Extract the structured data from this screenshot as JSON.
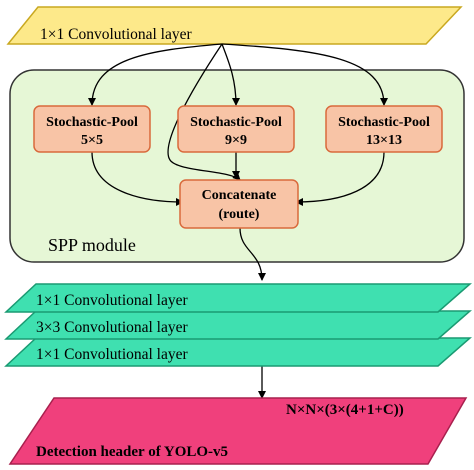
{
  "top_layer": {
    "label": "1×1 Convolutional layer"
  },
  "spp_module": {
    "label": "SPP module",
    "pools": [
      {
        "line1": "Stochastic-Pool",
        "line2": "5×5"
      },
      {
        "line1": "Stochastic-Pool",
        "line2": "9×9"
      },
      {
        "line1": "Stochastic-Pool",
        "line2": "13×13"
      }
    ],
    "concat": {
      "line1": "Concatenate",
      "line2": "(route)"
    }
  },
  "conv_stack": [
    {
      "label": "1×1 Convolutional layer"
    },
    {
      "label": "3×3 Convolutional layer"
    },
    {
      "label": "1×1 Convolutional layer"
    }
  ],
  "detection_header": {
    "output": "N×N×(3×(4+1+C))",
    "label": "Detection header of YOLO-v5"
  },
  "colors": {
    "top_layer_fill": "#fde98a",
    "module_fill": "#e6f7d6",
    "pool_fill": "#f8c4a6",
    "pool_stroke": "#d96a3c",
    "stack_fill": "#3fe0b0",
    "header_fill": "#f0407c"
  }
}
